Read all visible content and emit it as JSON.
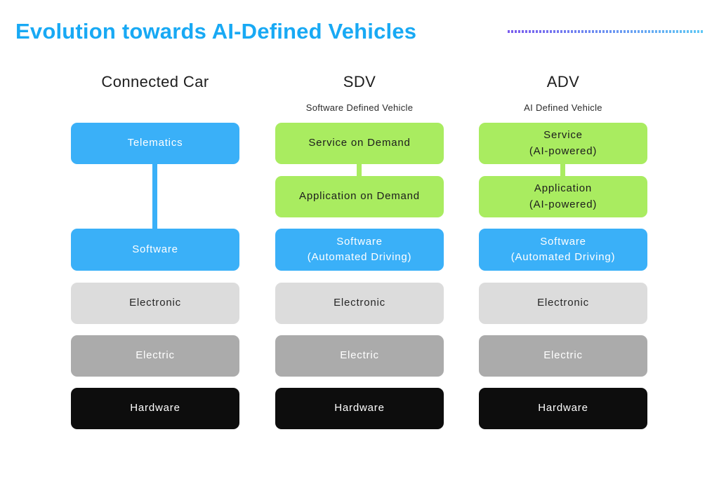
{
  "title": "Evolution towards AI-Defined Vehicles",
  "colors": {
    "title_blue": "#18a9f4",
    "box_blue": "#3ab0f8",
    "box_green": "#a9ec60",
    "box_light_gray": "#dcdcdc",
    "box_mid_gray": "#ababab",
    "box_black": "#0d0d0d",
    "dot_gradient_start": "#7a5bee",
    "dot_gradient_end": "#5fc8f5"
  },
  "columns": [
    {
      "header": "Connected Car",
      "subtitle": "",
      "boxes": [
        {
          "label": "Telematics",
          "color": "blue"
        },
        {
          "label": "Software",
          "color": "blue"
        },
        {
          "label": "Electronic",
          "color": "light_gray"
        },
        {
          "label": "Electric",
          "color": "mid_gray"
        },
        {
          "label": "Hardware",
          "color": "black"
        }
      ]
    },
    {
      "header": "SDV",
      "subtitle": "Software Defined Vehicle",
      "boxes": [
        {
          "label": "Service on Demand",
          "color": "green"
        },
        {
          "label": "Application on Demand",
          "color": "green"
        },
        {
          "label": "Software\n(Automated Driving)",
          "color": "blue"
        },
        {
          "label": "Electronic",
          "color": "light_gray"
        },
        {
          "label": "Electric",
          "color": "mid_gray"
        },
        {
          "label": "Hardware",
          "color": "black"
        }
      ]
    },
    {
      "header": "ADV",
      "subtitle": "AI Defined Vehicle",
      "boxes": [
        {
          "label": "Service\n(AI-powered)",
          "color": "green"
        },
        {
          "label": "Application\n(AI-powered)",
          "color": "green"
        },
        {
          "label": "Software\n(Automated Driving)",
          "color": "blue"
        },
        {
          "label": "Electronic",
          "color": "light_gray"
        },
        {
          "label": "Electric",
          "color": "mid_gray"
        },
        {
          "label": "Hardware",
          "color": "black"
        }
      ]
    }
  ]
}
